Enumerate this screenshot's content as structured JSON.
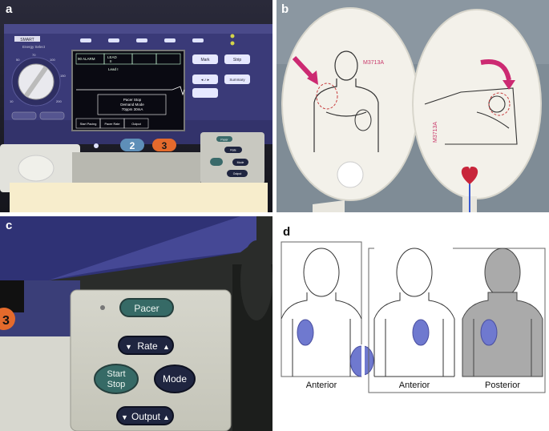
{
  "figure": {
    "panel_labels": [
      "a",
      "b",
      "c",
      "d"
    ]
  },
  "panel_a": {
    "brand": "SMART",
    "energy_select_label": "Energy Select",
    "screen_header": [
      "90 ALARM",
      "LEAD",
      "II"
    ],
    "screen_lead": "Lead I",
    "pacer_box": [
      "Pacer Stop",
      "Demand Mode",
      "70ppm 30mA"
    ],
    "screen_softkeys": [
      "Start Pacing",
      "Pacer Rate",
      "Output"
    ],
    "side_buttons": [
      "Mark",
      "Strip",
      "Summary"
    ],
    "charge_number": "2",
    "shock_number": "3",
    "pacer_keys": [
      "Pacer",
      "Rate",
      "Mode",
      "Output"
    ]
  },
  "panel_b": {
    "pad_code_left": "M3713A",
    "pad_code_right": "M3713A"
  },
  "panel_c": {
    "visible_number": "3",
    "buttons": {
      "pacer": "Pacer",
      "rate": "Rate",
      "start_stop": [
        "Start",
        "Stop"
      ],
      "mode": "Mode",
      "output": "Output"
    }
  },
  "panel_d": {
    "figures": [
      {
        "label": "Anterior"
      },
      {
        "label": "Anterior"
      },
      {
        "label": "Posterior"
      }
    ]
  },
  "colors": {
    "device_purple": "#3a3a78",
    "device_grey": "#cfcfc6",
    "pad_color": "#6f79cf",
    "posterior_fill": "#aaaaaa",
    "accent_pink": "#d23b7a"
  }
}
